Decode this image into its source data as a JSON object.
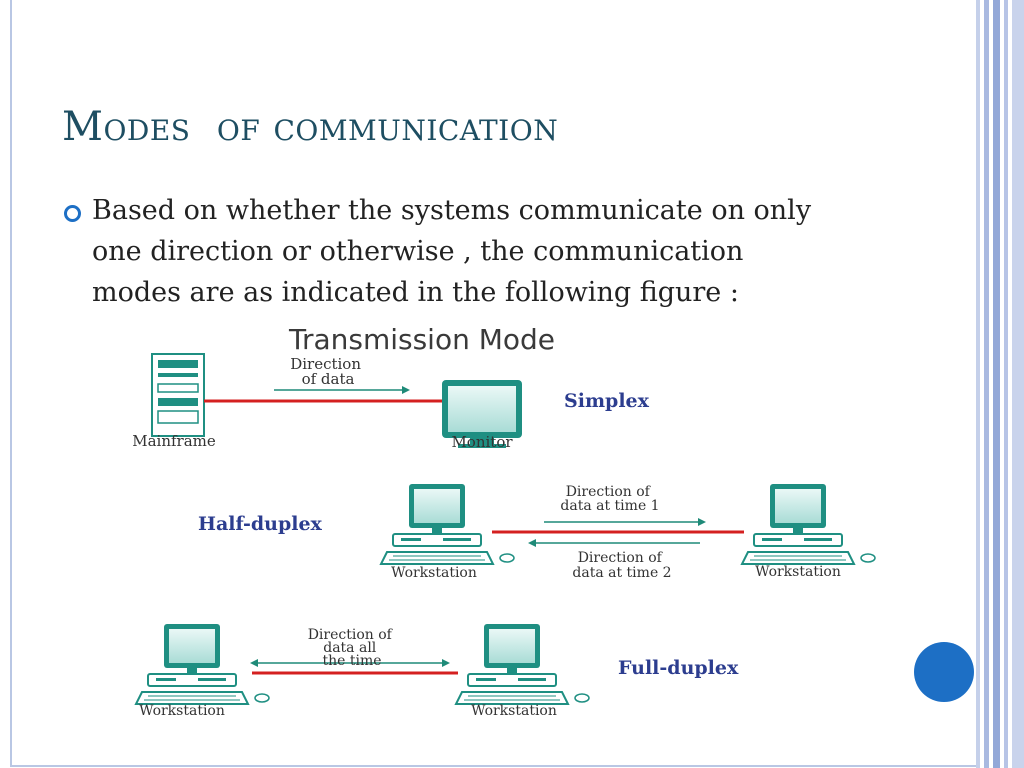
{
  "slide": {
    "title": "Modes  of communication",
    "bullet": "Based on whether the systems communicate  on only\none direction or otherwise , the communication\nmodes are as indicated in the following figure :"
  },
  "figure": {
    "title": "Transmission Mode",
    "simplex": {
      "label": "Simplex",
      "left_device": "Mainframe",
      "right_device": "Monitor",
      "direction": "Direction\nof data"
    },
    "half_duplex": {
      "label": "Half-duplex",
      "left_device": "Workstation",
      "right_device": "Workstation",
      "direction_1": "Direction of\ndata at time 1",
      "direction_2": "Direction of\ndata at time 2"
    },
    "full_duplex": {
      "label": "Full-duplex",
      "left_device": "Workstation",
      "right_device": "Workstation",
      "direction": "Direction of\ndata all\nthe time"
    }
  },
  "colors": {
    "title": "#1e4e62",
    "accent_blue": "#1d6fc5",
    "mode_label": "#2c3d8f",
    "arrow_green": "#1e8a78",
    "link_red": "#d42020",
    "frame": "#b9c7e4"
  }
}
